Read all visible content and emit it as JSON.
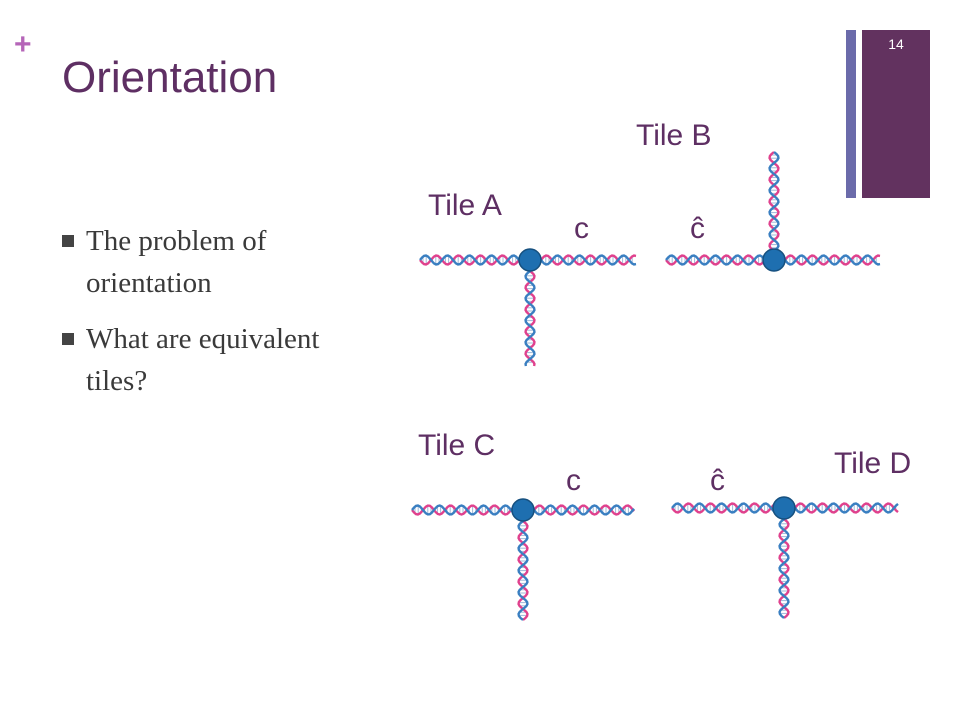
{
  "slide": {
    "plus_glyph": "+",
    "title": "Orientation",
    "number": "14"
  },
  "bullets": [
    "The problem of orientation",
    "What are equivalent tiles?"
  ],
  "tiles": {
    "A": {
      "label": "Tile A",
      "sticky": "c"
    },
    "B": {
      "label": "Tile B",
      "sticky": "ĉ"
    },
    "C": {
      "label": "Tile C",
      "sticky": "c"
    },
    "D": {
      "label": "Tile D",
      "sticky": "ĉ"
    }
  },
  "colors": {
    "strand_pink": "#e0418d",
    "strand_blue": "#3a7fc1",
    "rung": "#9fb8d8",
    "junction": "#1e6fb0",
    "title": "#5e2f63",
    "accent_bar": "#62325f",
    "accent_bar_thin": "#6b6baa"
  }
}
